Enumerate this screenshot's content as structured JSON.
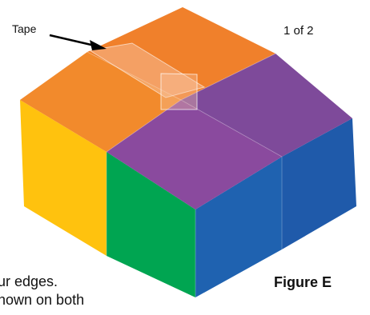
{
  "labels": {
    "tape": "Tape",
    "page_indicator": "1 of 2",
    "figure": "Figure E",
    "caption_line1": "ur edges.",
    "caption_line2": "hown on both"
  },
  "colors": {
    "orange": "#f07f2a",
    "purple": "#8a4a9e",
    "yellow": "#ffc20e",
    "green": "#00a551",
    "blue": "#1f62b0",
    "tape": "#f6c3a4"
  }
}
